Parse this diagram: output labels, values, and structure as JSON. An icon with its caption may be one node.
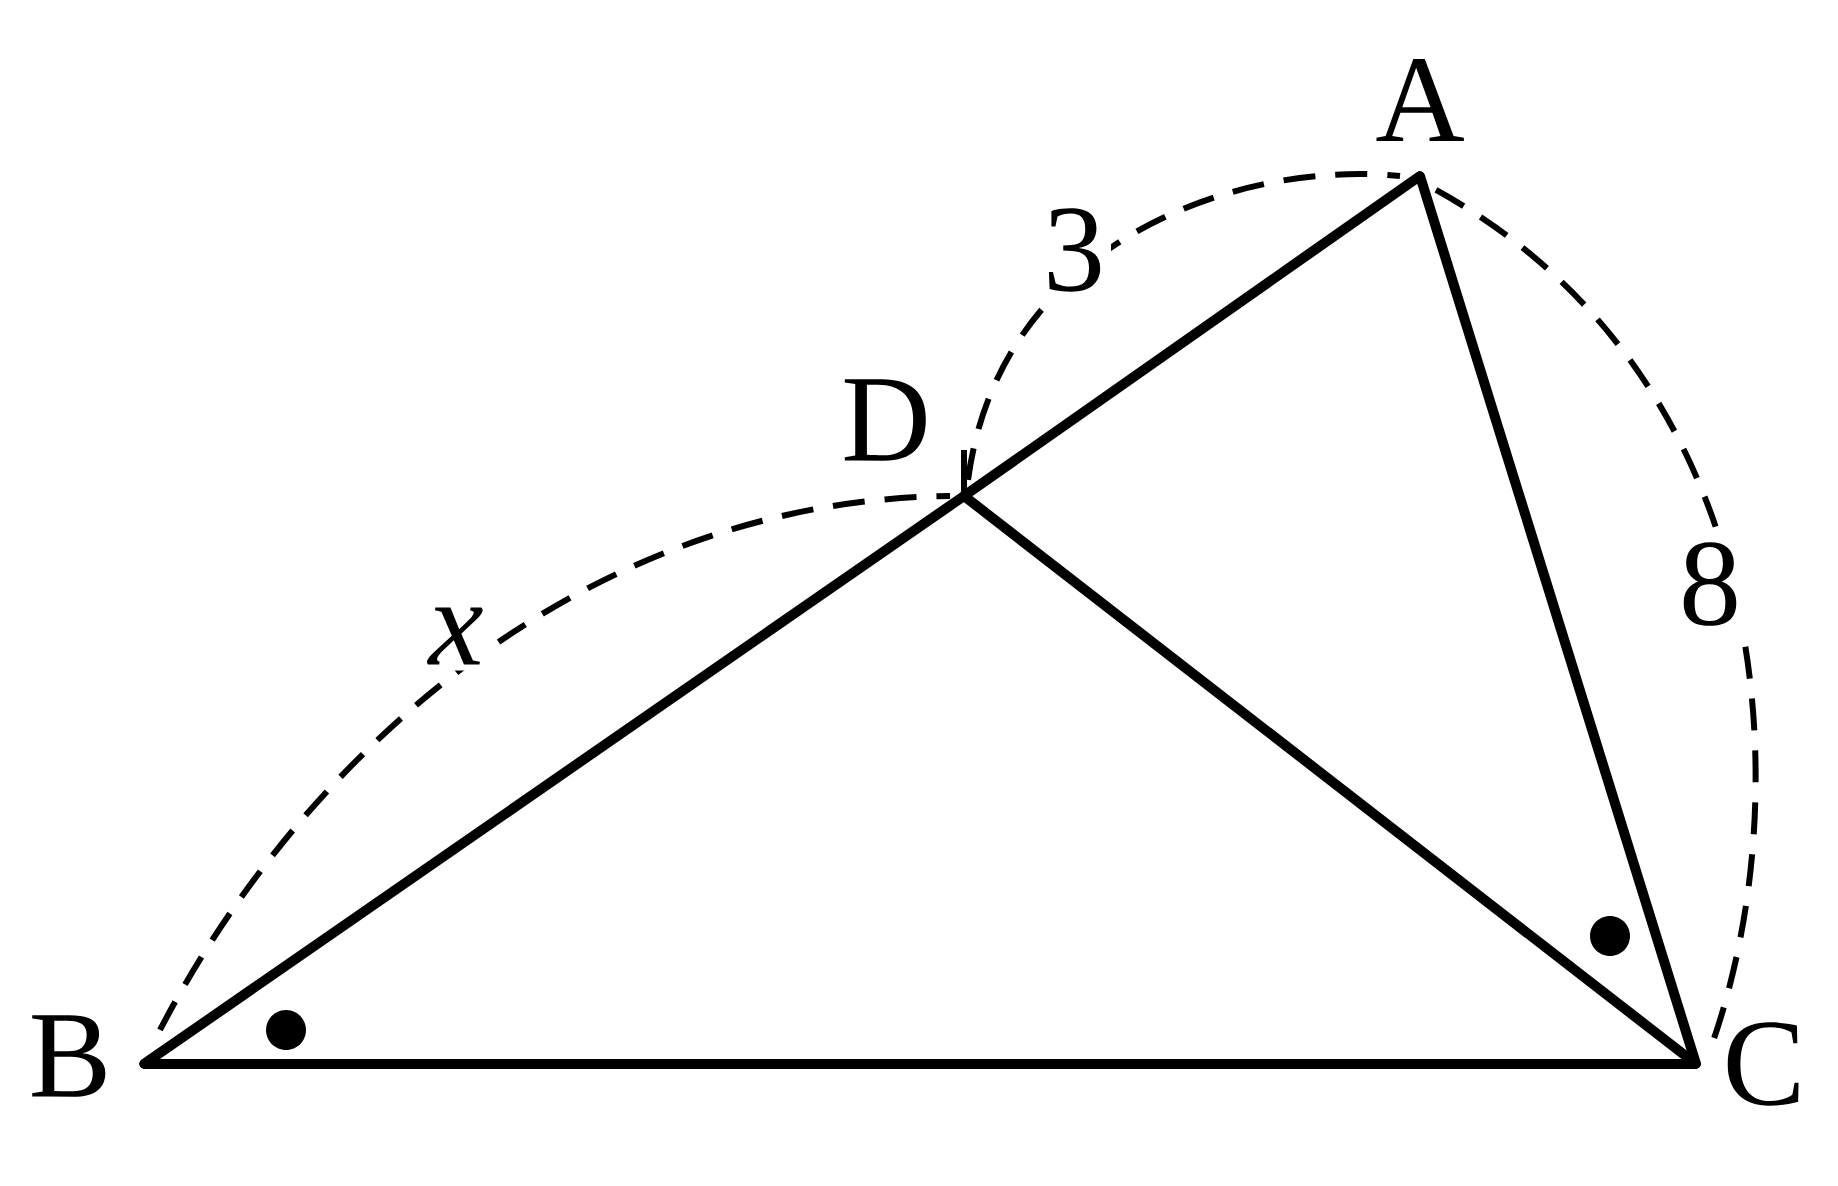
{
  "diagram": {
    "nodes": [
      {
        "text": [
          "A"
        ]
      },
      {
        "text": [
          "B"
        ]
      },
      {
        "text": [
          "C"
        ]
      },
      {
        "text": [
          "D"
        ]
      }
    ],
    "edges": [
      {
        "from": 1,
        "to": 3,
        "arrow": "none"
      },
      {
        "from": 3,
        "to": 0,
        "arrow": "none"
      },
      {
        "from": 3,
        "to": 2,
        "arrow": "none"
      },
      {
        "from": 0,
        "to": 2,
        "arrow": "none"
      },
      {
        "from": 1,
        "to": 2,
        "arrow": "none"
      }
    ],
    "labels": [
      "3",
      "8",
      "x"
    ]
  }
}
